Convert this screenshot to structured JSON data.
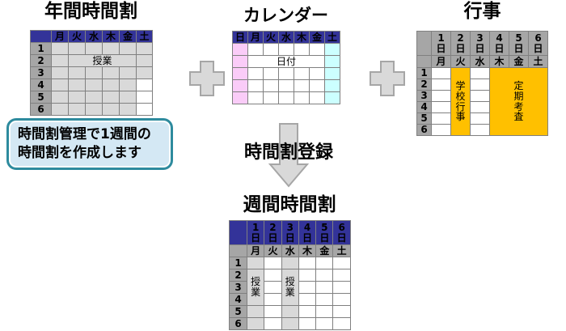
{
  "diagram": {
    "titles": {
      "annual": "年間時間割",
      "calendar": "カレンダー",
      "events": "行事",
      "weekly": "週間時間割"
    },
    "arrow_label": "時間割登録",
    "callout_text": "時間割管理で1週間の\n時間割を作成します",
    "labels": {
      "class_lesson": "授業",
      "date": "日付",
      "school_event": "学校行事",
      "periodic_exam": "定期考査"
    },
    "days_mon_sat": [
      "月",
      "火",
      "水",
      "木",
      "金",
      "土"
    ],
    "days_sun_sat": [
      "日",
      "月",
      "火",
      "水",
      "木",
      "金",
      "土"
    ],
    "date_columns": [
      "1日",
      "2日",
      "3日",
      "4日",
      "5日",
      "6日"
    ],
    "period_rows": [
      "1",
      "2",
      "3",
      "4",
      "5",
      "6"
    ],
    "colors": {
      "header_navy": "#333399",
      "header_gray": "#A6A6A6",
      "cell_gray": "#D9D9D9",
      "sunday_pink": "#FACCF8",
      "saturday_cyan": "#CCFFFF",
      "event_orange": "#FFC000",
      "border_gray": "#808080",
      "shape_fill": "#D9D9D9",
      "shape_border": "#A6A6A6",
      "callout_fill": "#D4E8F4",
      "callout_border": "#2E8B9E"
    }
  }
}
